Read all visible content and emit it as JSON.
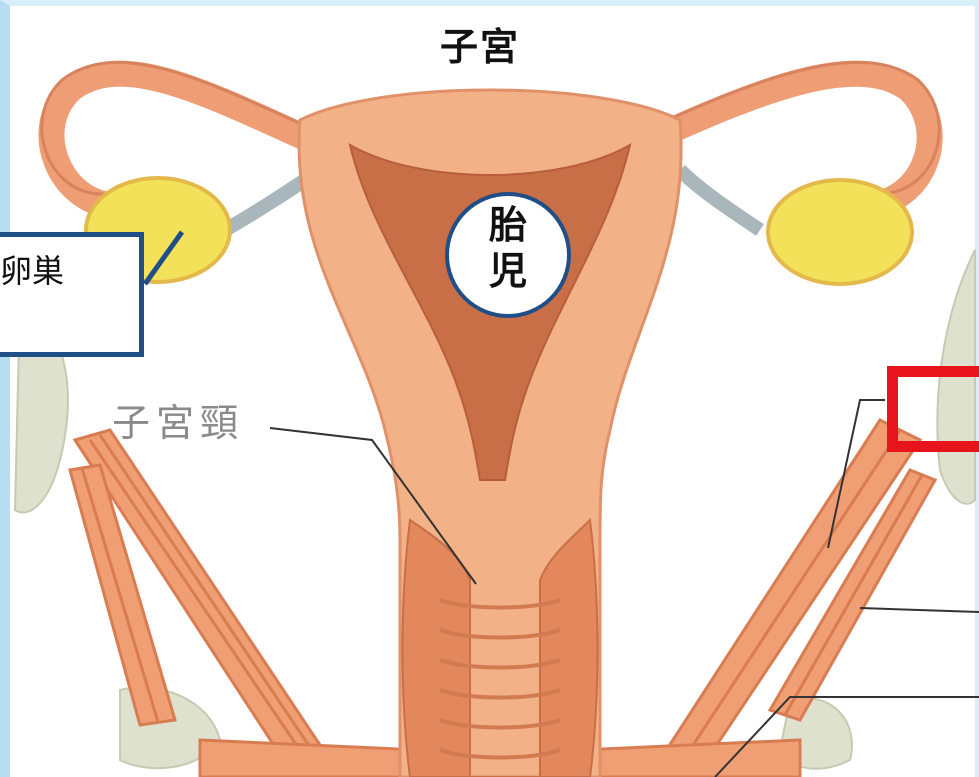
{
  "title": "子宮",
  "labels": {
    "ovary": "卵巣",
    "fetus": "胎\n児",
    "cervix": "子宮頸"
  },
  "colors": {
    "uterus": "#f0a27a",
    "uterus_dark": "#d9825e",
    "cavity": "#c96f47",
    "ovary": "#f4e15a",
    "ligament": "#a9b6bb",
    "muscle": "#e89569",
    "bone": "#d9dcc8",
    "callout_border": "#1f4f86",
    "highlight_box": "#e8141b",
    "frame": "#b6ddf2"
  }
}
